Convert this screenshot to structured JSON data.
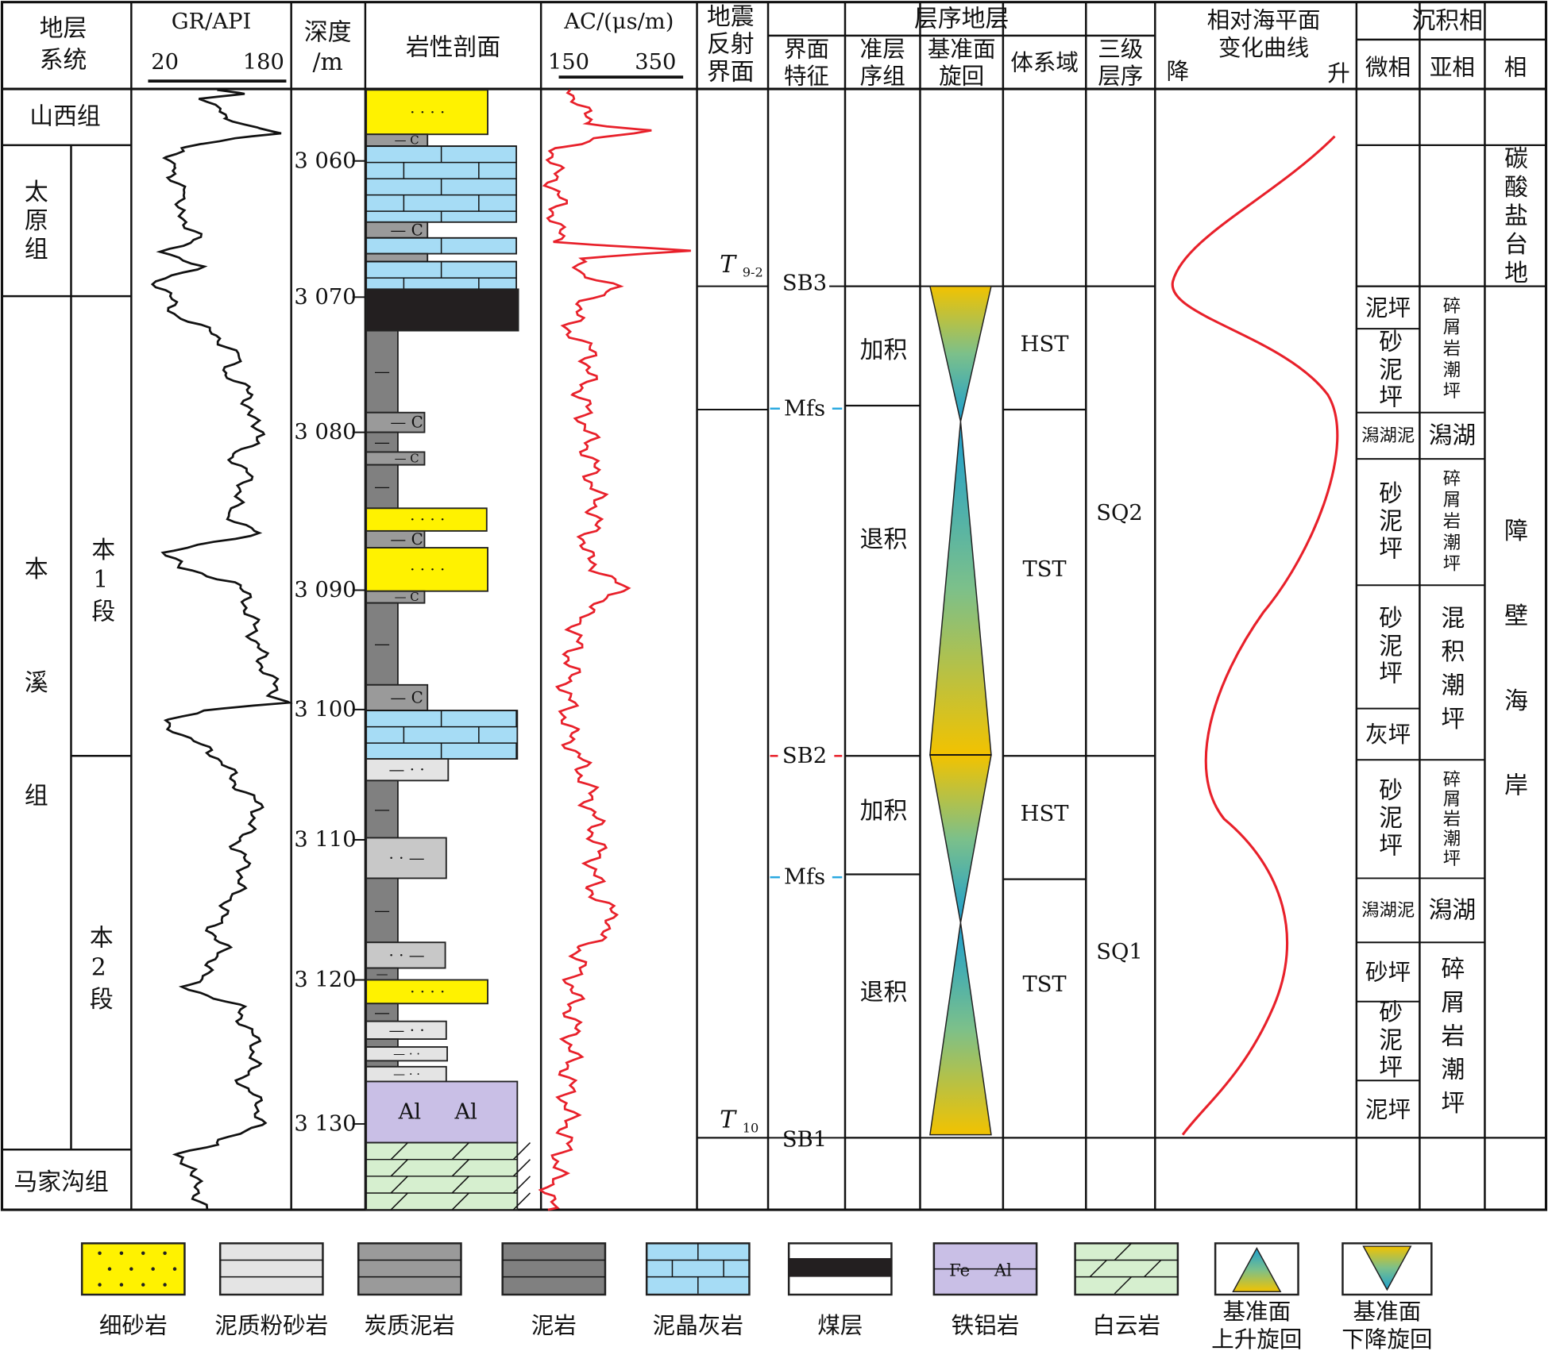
{
  "header": {
    "strat_system": [
      "地层",
      "系统"
    ],
    "gr": {
      "title": "GR/API",
      "min": "20",
      "max": "180"
    },
    "depth": [
      "深度",
      "/m"
    ],
    "lith": "岩性剖面",
    "ac": {
      "title": "AC/(μs/m)",
      "min": "150",
      "max": "350"
    },
    "seismic": [
      "地震",
      "反射",
      "界面"
    ],
    "seq_group": "层序地层",
    "seq_cols": [
      [
        "界面",
        "特征"
      ],
      [
        "准层",
        "序组"
      ],
      [
        "基准面",
        "旋回"
      ],
      [
        "体系域"
      ],
      [
        "三级",
        "层序"
      ]
    ],
    "sealevel": {
      "title": [
        "相对海平面",
        "变化曲线"
      ],
      "fall": "降",
      "rise": "升"
    },
    "facies_group": "沉积相",
    "facies_cols": [
      "微相",
      "亚相",
      "相"
    ]
  },
  "formations": [
    "山西组",
    "太原组",
    "本溪组",
    "马家沟组"
  ],
  "members": [
    "本1段",
    "本2段"
  ],
  "depth_ticks": [
    "3 060",
    "3 070",
    "3 080",
    "3 090",
    "3 100",
    "3 110",
    "3 120",
    "3 130"
  ],
  "lith_marks": {
    "carb": "— C",
    "mud": "—",
    "silt": "— · ·",
    "silt2": "· · —",
    "sand": "· · · ·",
    "bauxite": [
      "Al",
      "Al"
    ]
  },
  "seismic": [
    {
      "main": "T",
      "sub": "9-2"
    },
    {
      "main": "T",
      "sub": "10"
    }
  ],
  "surfaces": [
    "SB3",
    "Mfs",
    "SB2",
    "Mfs",
    "SB1"
  ],
  "parasequence_sets": [
    "加积",
    "退积",
    "加积",
    "退积"
  ],
  "systems_tracts": [
    "HST",
    "TST",
    "HST",
    "TST"
  ],
  "sequences": [
    "SQ2",
    "SQ1"
  ],
  "micro_facies": [
    "泥坪",
    "砂泥坪",
    "潟湖泥",
    "砂泥坪",
    "砂泥坪",
    "灰坪",
    "砂泥坪",
    "潟湖泥",
    "砂坪",
    "砂泥坪",
    "泥坪"
  ],
  "sub_facies": [
    "碎屑岩潮坪",
    "潟湖",
    "碎屑岩潮坪",
    "混积潮坪",
    "碎屑岩潮坪",
    "潟湖",
    "碎屑岩潮坪"
  ],
  "facies": [
    "碳酸盐台地",
    "障壁海岸"
  ],
  "legend": [
    {
      "label": [
        "细砂岩"
      ]
    },
    {
      "label": [
        "泥质粉砂岩"
      ]
    },
    {
      "label": [
        "炭质泥岩"
      ]
    },
    {
      "label": [
        "泥岩"
      ]
    },
    {
      "label": [
        "泥晶灰岩"
      ]
    },
    {
      "label": [
        "煤层"
      ]
    },
    {
      "label": [
        "铁铝岩"
      ],
      "marks": [
        "Fe",
        "Al"
      ]
    },
    {
      "label": [
        "白云岩"
      ]
    },
    {
      "label": [
        "基准面",
        "上升旋回"
      ]
    },
    {
      "label": [
        "基准面",
        "下降旋回"
      ]
    }
  ],
  "colors": {
    "sand": "#fff200",
    "lime": "#a6dcf5",
    "coal": "#231f20",
    "mud": "#808080",
    "carb": "#9a9a9a",
    "silt": "#e4e4e4",
    "silt2": "#c8c8c8",
    "bauxite": "#c9bfe6",
    "dolo": "#d6efcf",
    "curve_red": "#e8202a",
    "gold": "#f2c200",
    "teal": "#1b9fd0",
    "mfs_blue": "#29a8e0",
    "sb_red": "#e8202a"
  }
}
